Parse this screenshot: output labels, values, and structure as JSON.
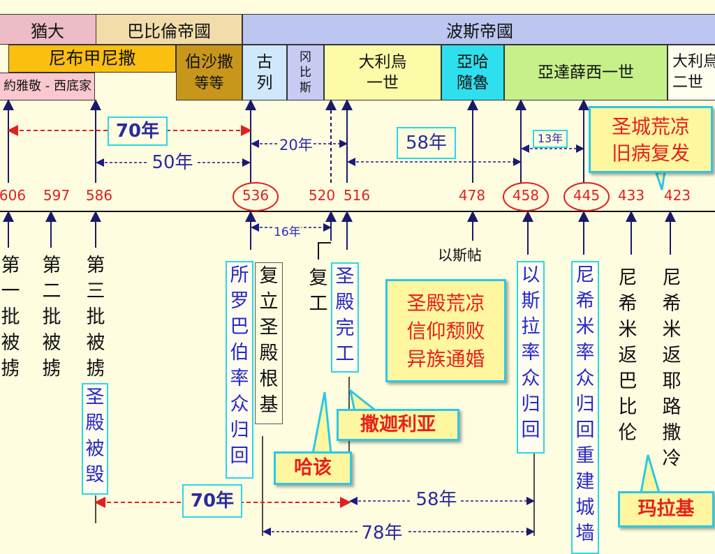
{
  "empires": [
    {
      "id": "judah",
      "label": "猶大"
    },
    {
      "id": "babylon",
      "label": "巴比倫帝國"
    },
    {
      "id": "persia",
      "label": "波斯帝國"
    }
  ],
  "kings": [
    {
      "id": "nebuchadnezzar",
      "label": "尼布甲尼撒"
    },
    {
      "id": "jehoiakim",
      "label": "約雅敬 - 西底家"
    },
    {
      "id": "belshazzar",
      "label_1": "伯沙撒",
      "label_2": "等等"
    },
    {
      "id": "cyrus",
      "label_1": "古",
      "label_2": "列"
    },
    {
      "id": "cambyses",
      "label_1": "冈",
      "label_2": "比",
      "label_3": "斯"
    },
    {
      "id": "darius1",
      "label_1": "大利烏",
      "label_2": "一世"
    },
    {
      "id": "xerxes",
      "label_1": "亞哈",
      "label_2": "隨魯"
    },
    {
      "id": "artaxerxes",
      "label": "亞達薛西一世"
    },
    {
      "id": "darius2",
      "label_1": "大利烏",
      "label_2": "二世"
    }
  ],
  "years": [
    "606",
    "597",
    "586",
    "536",
    "520",
    "516",
    "478",
    "458",
    "445",
    "433",
    "423"
  ],
  "spans": {
    "seventy_top": "70年",
    "fifty": "50年",
    "twenty": "20年",
    "fiftyeight_top": "58年",
    "thirteen": "13年",
    "sixteen": "16年",
    "seventy_bottom": "70年",
    "fiftyeight_bottom": "58年",
    "seventyeight": "78年"
  },
  "events": {
    "first_exile": [
      "第",
      "一",
      "批",
      "被",
      "掳"
    ],
    "second_exile": [
      "第",
      "二",
      "批",
      "被",
      "掳"
    ],
    "third_exile": [
      "第",
      "三",
      "批",
      "被",
      "掳"
    ],
    "temple_destroyed": [
      "圣",
      "殿",
      "被",
      "毁"
    ],
    "zerubbabel": [
      "所",
      "罗",
      "巴",
      "伯",
      "率",
      "众",
      "归",
      "回"
    ],
    "foundation": [
      "复",
      "立",
      "圣",
      "殿",
      "根",
      "基"
    ],
    "resume_work": [
      "复",
      "工"
    ],
    "temple_complete": [
      "圣",
      "殿",
      "完",
      "工"
    ],
    "esther": "以斯帖",
    "ezra": [
      "以",
      "斯",
      "拉",
      "率",
      "众",
      "归",
      "回"
    ],
    "nehemiah": [
      "尼",
      "希",
      "米",
      "率",
      "众",
      "归",
      "回",
      "重",
      "建",
      "城",
      "墙"
    ],
    "nehemiah_babylon": [
      "尼",
      "希",
      "米",
      "返",
      "巴",
      "比",
      "伦"
    ],
    "nehemiah_jerusalem": [
      "尼",
      "希",
      "米",
      "返",
      "耶",
      "路",
      "撒",
      "冷"
    ]
  },
  "callouts": {
    "holy_city": [
      "圣城荒凉",
      "旧病复发"
    ],
    "temple_state": [
      "圣殿荒凉",
      "信仰颓败",
      "异族通婚"
    ],
    "zechariah": "撒迦利亚",
    "haggai": "哈该",
    "malachi": "玛拉基"
  },
  "colors": {
    "year_red": "#e02020",
    "event_blue": "#2828c8",
    "callout_red": "#e8201c",
    "callout_border": "#29c8e8",
    "callout_bg": "#fff6a0"
  }
}
